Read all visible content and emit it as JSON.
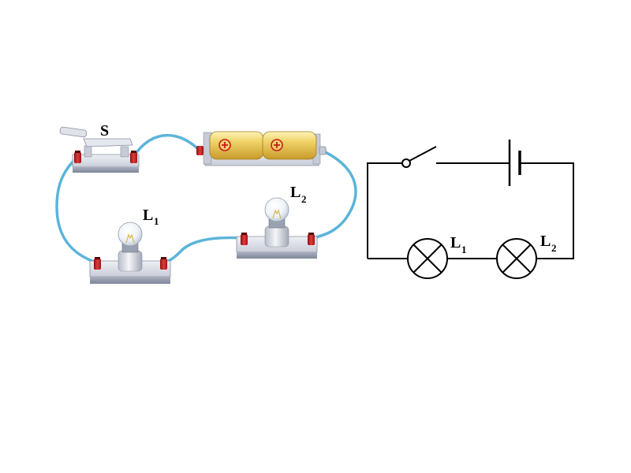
{
  "labels": {
    "switch": "S",
    "lamp1_letter": "L",
    "lamp1_sub": "1",
    "lamp2_letter": "L",
    "lamp2_sub": "2",
    "schem_lamp1_letter": "L",
    "schem_lamp1_sub": "1",
    "schem_lamp2_letter": "L",
    "schem_lamp2_sub": "2"
  },
  "icons": {
    "battery_cell": "plus-icon"
  },
  "colors": {
    "wire": "#5bb4d9",
    "terminal": "#d21f1f",
    "battery": "#e8c95a",
    "base": "#c7ccd6",
    "line": "#000000"
  }
}
